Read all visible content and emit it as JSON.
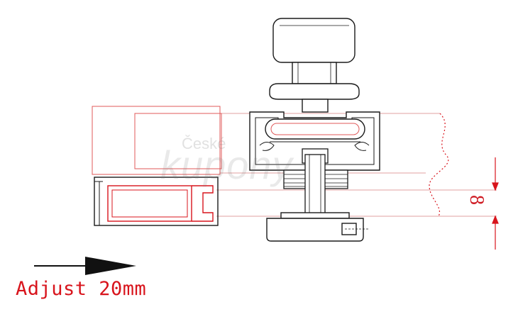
{
  "caption": "Adjust 20mm",
  "dimension": {
    "value": "8"
  },
  "watermark": {
    "small": "České",
    "large": "kupony"
  },
  "colors": {
    "outline": "#1a1a1a",
    "accent": "#d8141c",
    "guide": "#c8a0a0"
  },
  "icons": {
    "direction_arrow": "arrow-right-icon"
  }
}
